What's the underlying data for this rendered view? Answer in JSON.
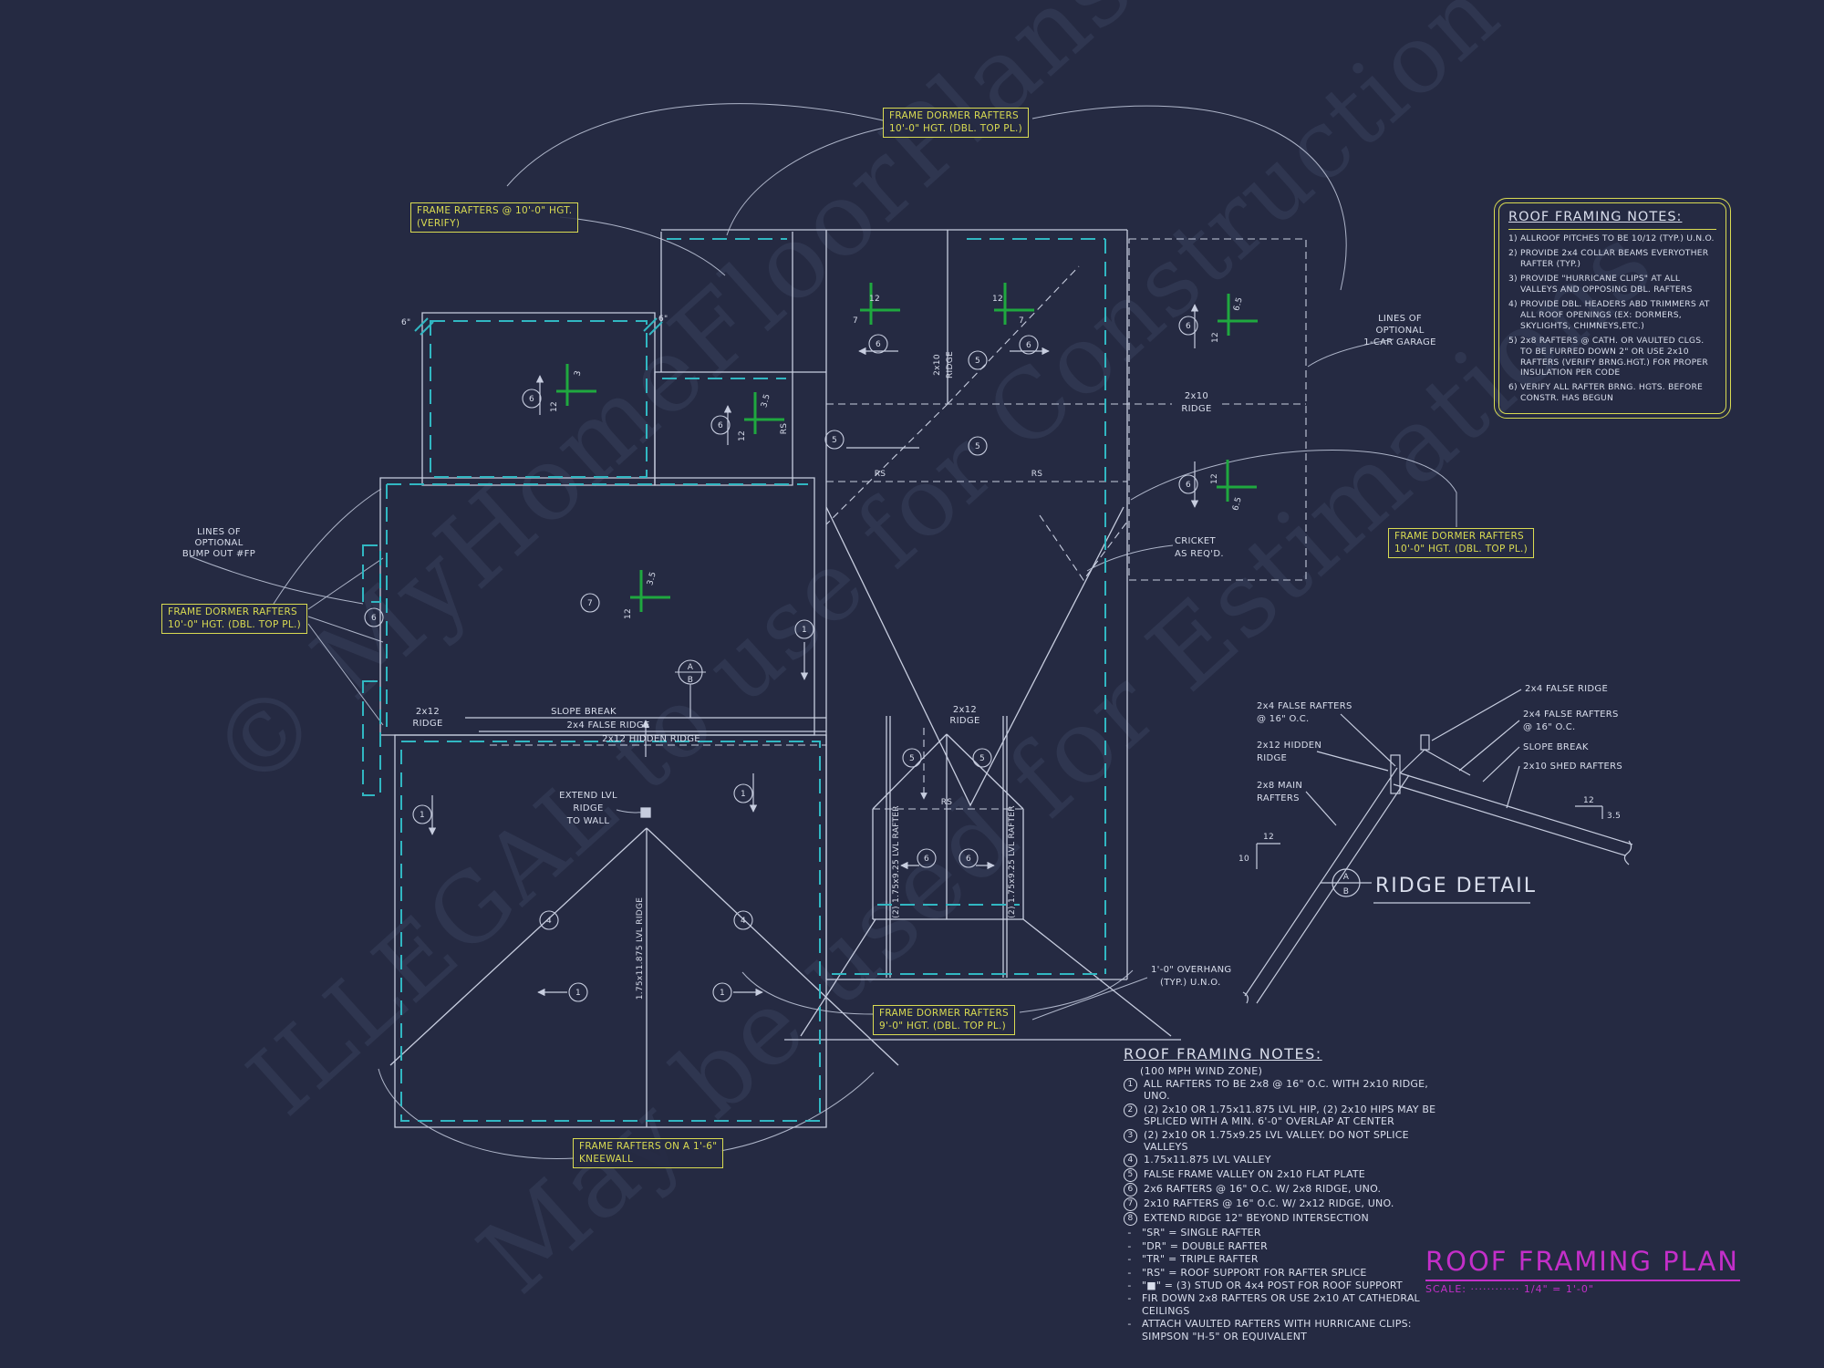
{
  "watermarks": {
    "line1": "© MyHomeFloorPlans.com",
    "line2": "ILLEGAL to use for Construction",
    "line3": "May be used for Estimations"
  },
  "colors": {
    "background": "#252a42",
    "line": "#c7cddf",
    "cyan": "#31b7c2",
    "yellow": "#d9db52",
    "green": "#1fa83f",
    "magenta": "#c32fc9"
  },
  "callouts": {
    "top": {
      "l1": "FRAME DORMER RAFTERS",
      "l2": "10'-0\" HGT. (DBL. TOP PL.)"
    },
    "upper_left": {
      "l1": "FRAME RAFTERS @ 10'-0\" HGT.",
      "l2": "(VERIFY)"
    },
    "left": {
      "l1": "FRAME DORMER RAFTERS",
      "l2": "10'-0\" HGT. (DBL. TOP PL.)"
    },
    "right": {
      "l1": "FRAME DORMER RAFTERS",
      "l2": "10'-0\" HGT. (DBL. TOP PL.)"
    },
    "bottom": {
      "l1": "FRAME DORMER RAFTERS",
      "l2": "9'-0\" HGT. (DBL. TOP PL.)"
    },
    "kneewall": {
      "l1": "FRAME RAFTERS ON A 1'-6\"",
      "l2": "KNEEWALL"
    }
  },
  "plan_labels": {
    "six_inch": "6\"",
    "s12": "12",
    "s3": "3",
    "s35": "3.5",
    "s65": "6.5",
    "s7": "7",
    "s10": "10",
    "rs": "RS",
    "ridge2x12": {
      "l1": "2x12",
      "l2": "RIDGE"
    },
    "ridge2x10": {
      "l1": "2x10",
      "l2": "RIDGE"
    },
    "slope_break": "SLOPE BREAK",
    "false_ridge": "2x4 FALSE RIDGE",
    "hidden_ridge": "2x12 HIDDEN RIDGE",
    "lvl_ridge": "1.75x11.875 LVL RIDGE",
    "lvl_rafter": "(2) 1.75x9.25 LVL RAFTER",
    "extend1": "EXTEND LVL",
    "extend2": "RIDGE",
    "extend3": "TO WALL",
    "overhang1": "1'-0\" OVERHANG",
    "overhang2": "(TYP.) U.N.O.",
    "cricket1": "CRICKET",
    "cricket2": "AS REQ'D.",
    "garage1": "LINES OF",
    "garage2": "OPTIONAL",
    "garage3": "1-CAR GARAGE",
    "bump1": "LINES OF",
    "bump2": "OPTIONAL",
    "bump3": "BUMP OUT #FP",
    "n1": "1",
    "n4": "4",
    "n5": "5",
    "n6": "6",
    "n7": "7",
    "a": "A",
    "b": "B"
  },
  "ridge_detail": {
    "title": "RIDGE DETAIL",
    "a": "A",
    "b": "B",
    "labels": {
      "false_ridge": "2x4 FALSE RIDGE",
      "false_rafters1": "2x4 FALSE RAFTERS",
      "false_rafters2": "@ 16\" O.C.",
      "slope_break": "SLOPE BREAK",
      "hidden1": "2x12 HIDDEN",
      "hidden2": "RIDGE",
      "shed": "2x10 SHED RAFTERS",
      "main1": "2x8 MAIN",
      "main2": "RAFTERS"
    },
    "slopes": {
      "r12": "12",
      "r35": "3.5",
      "l12": "12",
      "l10": "10"
    }
  },
  "notes_box": {
    "title": "ROOF FRAMING NOTES:",
    "items": [
      "1) ALLROOF PITCHES TO BE 10/12 (TYP.) U.N.O.",
      "2) PROVIDE 2x4 COLLAR BEAMS EVERYOTHER RAFTER (TYP.)",
      "3) PROVIDE \"HURRICANE CLIPS\" AT ALL VALLEYS AND OPPOSING DBL. RAFTERS",
      "4) PROVIDE DBL. HEADERS ABD TRIMMERS AT ALL ROOF OPENINGS (EX: DORMERS, SKYLIGHTS, CHIMNEYS,ETC.)",
      "5) 2x8 RAFTERS @ CATH. OR VAULTED CLGS. TO BE FURRED DOWN 2\" OR USE 2x10 RAFTERS (VERIFY BRNG.HGT.) FOR PROPER INSULATION PER CODE",
      "6) VERIFY ALL RAFTER BRNG. HGTS. BEFORE CONSTR. HAS BEGUN"
    ]
  },
  "notes_list": {
    "title": "ROOF FRAMING NOTES:",
    "subtitle": "(100 MPH WIND ZONE)",
    "numbered": [
      {
        "n": "1",
        "text": "ALL RAFTERS TO BE 2x8 @ 16\" O.C. WITH 2x10 RIDGE, UNO."
      },
      {
        "n": "2",
        "text": "(2) 2x10 OR 1.75x11.875 LVL HIP, (2) 2x10 HIPS MAY BE SPLICED WITH A MIN. 6'-0\" OVERLAP AT CENTER"
      },
      {
        "n": "3",
        "text": "(2) 2x10 OR 1.75x9.25 LVL VALLEY. DO NOT SPLICE VALLEYS"
      },
      {
        "n": "4",
        "text": "1.75x11.875 LVL VALLEY"
      },
      {
        "n": "5",
        "text": "FALSE FRAME VALLEY ON 2x10 FLAT PLATE"
      },
      {
        "n": "6",
        "text": "2x6 RAFTERS @ 16\" O.C. W/ 2x8 RIDGE, UNO."
      },
      {
        "n": "7",
        "text": "2x10 RAFTERS @ 16\" O.C. W/ 2x12 RIDGE, UNO."
      },
      {
        "n": "8",
        "text": "EXTEND RIDGE 12\" BEYOND INTERSECTION"
      }
    ],
    "dashes": [
      "\"SR\" = SINGLE RAFTER",
      "\"DR\" = DOUBLE RAFTER",
      "\"TR\" = TRIPLE RAFTER",
      "\"RS\" = ROOF SUPPORT FOR RAFTER SPLICE",
      "\"■\"  = (3) STUD OR 4x4 POST FOR ROOF SUPPORT",
      "FIR DOWN 2x8 RAFTERS OR USE 2x10 AT CATHEDRAL CEILINGS",
      "ATTACH VAULTED RAFTERS WITH HURRICANE CLIPS: SIMPSON \"H-5\" OR EQUIVALENT"
    ]
  },
  "title_block": {
    "title": "ROOF FRAMING PLAN",
    "scale": "SCALE: ············ 1/4\" = 1'-0\""
  }
}
